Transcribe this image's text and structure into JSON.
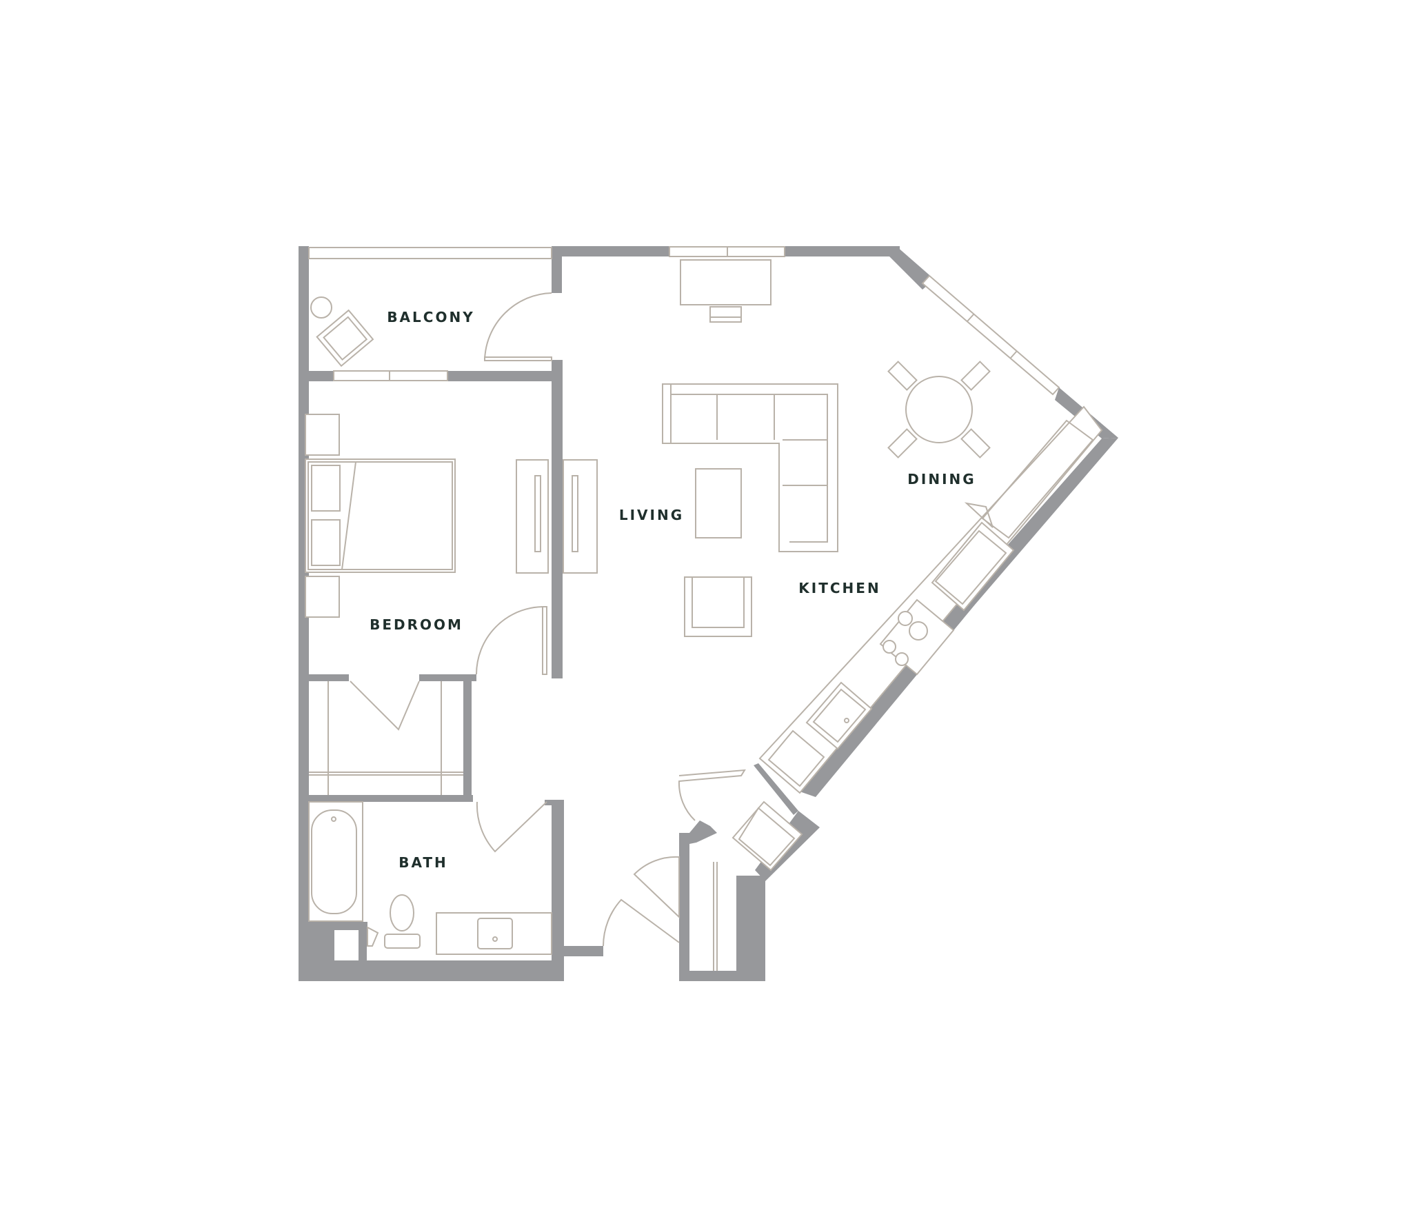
{
  "rooms": {
    "balcony": "BALCONY",
    "living": "LIVING",
    "dining": "DINING",
    "kitchen": "KITCHEN",
    "bedroom": "BEDROOM",
    "bath": "BATH"
  },
  "colors": {
    "wall": "#97989b",
    "furniture_stroke": "#b9b2a9",
    "label": "#1f2f2c",
    "background": "#ffffff"
  }
}
